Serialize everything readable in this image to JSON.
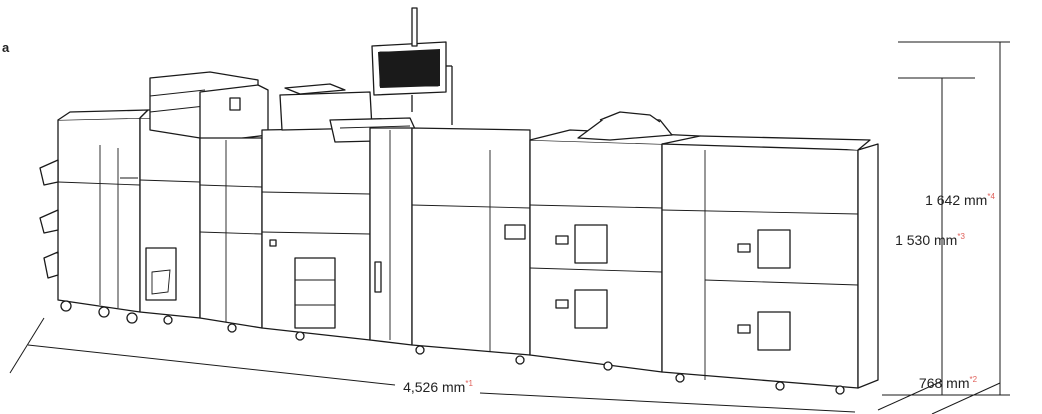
{
  "corner_label": "a",
  "dimensions": {
    "length": {
      "value": "4,526 mm",
      "note": "*1"
    },
    "depth": {
      "value": "768 mm",
      "note": "*2"
    },
    "height_body": {
      "value": "1 530 mm",
      "note": "*3"
    },
    "height_total": {
      "value": "1 642 mm",
      "note": "*4"
    }
  },
  "colors": {
    "line": "#1a1a1a",
    "note_mark": "#e0605a",
    "background": "#ffffff"
  }
}
